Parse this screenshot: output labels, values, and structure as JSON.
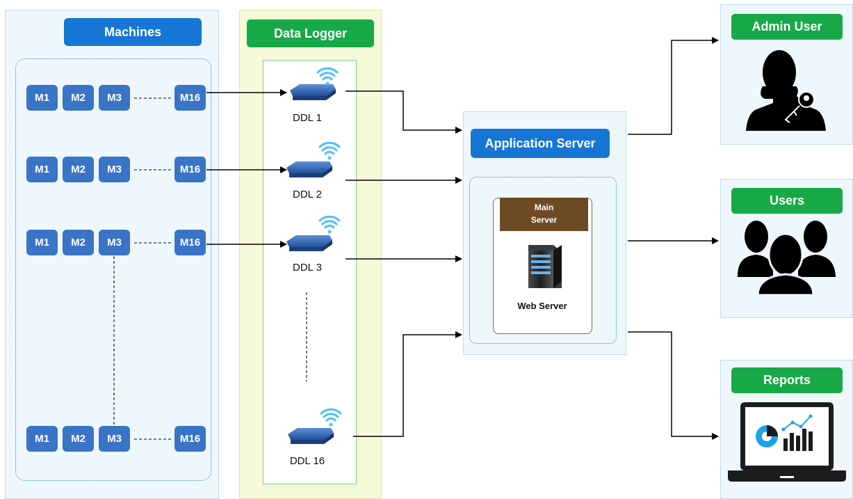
{
  "machines": {
    "title": "Machines",
    "rows": [
      [
        "M1",
        "M2",
        "M3",
        "M16"
      ],
      [
        "M1",
        "M2",
        "M3",
        "M16"
      ],
      [
        "M1",
        "M2",
        "M3",
        "M16"
      ],
      [
        "M1",
        "M2",
        "M3",
        "M16"
      ]
    ]
  },
  "data_logger": {
    "title": "Data Logger",
    "devices": [
      "DDL 1",
      "DDL 2",
      "DDL 3",
      "DDL 16"
    ]
  },
  "app_server": {
    "title": "Application Server",
    "main_server": "Main\nServer",
    "web_server": "Web Server"
  },
  "outputs": {
    "admin": "Admin User",
    "users": "Users",
    "reports": "Reports"
  },
  "colors": {
    "label_blue": "#1576d6",
    "label_green": "#17a947",
    "machine_blue": "#3a74c7",
    "server_brown": "#6e4a24"
  }
}
